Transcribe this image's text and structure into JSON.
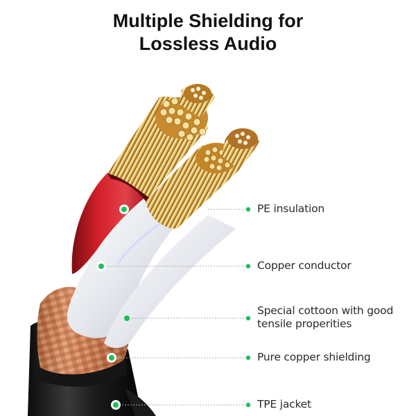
{
  "title": {
    "line1": "Multiple Shielding for",
    "line2": "Lossless Audio"
  },
  "accent_color": "#1dbf5a",
  "callouts": [
    {
      "id": "pe-insulation",
      "label": "PE insulation",
      "line2": ""
    },
    {
      "id": "copper-conductor",
      "label": "Copper conductor",
      "line2": ""
    },
    {
      "id": "special-cotton",
      "label": "Special cottoon with good",
      "line2": "tensile properities"
    },
    {
      "id": "copper-shielding",
      "label": "Pure copper shielding",
      "line2": ""
    },
    {
      "id": "tpe-jacket",
      "label": "TPE jacket",
      "line2": ""
    }
  ]
}
